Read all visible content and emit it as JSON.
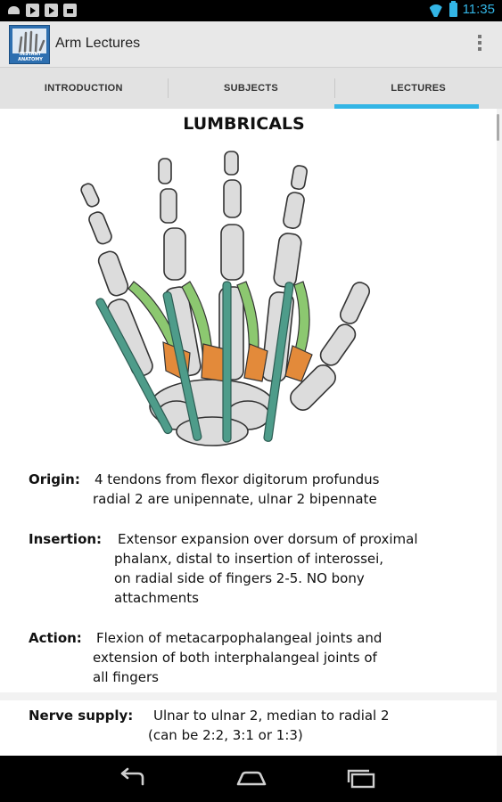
{
  "status_bar": {
    "time": "11:35",
    "notification_icons": [
      "android-icon",
      "play-icon",
      "play-icon",
      "store-icon"
    ],
    "accent_color": "#33b5e5"
  },
  "action_bar": {
    "title": "Arm Lectures",
    "logo_text": "INSTANT ANATOMY"
  },
  "tabs": [
    {
      "label": "INTRODUCTION",
      "active": false
    },
    {
      "label": "SUBJECTS",
      "active": false
    },
    {
      "label": "LECTURES",
      "active": true
    }
  ],
  "lecture": {
    "title": "LUMBRICALS",
    "entries": [
      {
        "label": "Origin:",
        "lines": [
          "4 tendons from flexor digitorum profundus",
          "radial 2 are unipennate, ulnar 2 bipennate"
        ]
      },
      {
        "label": "Insertion:",
        "lines": [
          "Extensor expansion over dorsum of proximal",
          "phalanx, distal to insertion of interossei,",
          "on radial side of fingers 2-5. NO bony",
          "attachments"
        ]
      },
      {
        "label": "Action:",
        "lines": [
          "Flexion of metacarpophalangeal joints and",
          "extension of both interphalangeal joints of",
          "all fingers"
        ]
      },
      {
        "label": "Nerve supply:",
        "lines": [
          "Ulnar to ulnar 2, median to radial 2",
          "(can be 2:2, 3:1 or 1:3)"
        ]
      }
    ]
  },
  "nav_bar": {
    "buttons": [
      "back-icon",
      "home-icon",
      "recents-icon"
    ]
  }
}
